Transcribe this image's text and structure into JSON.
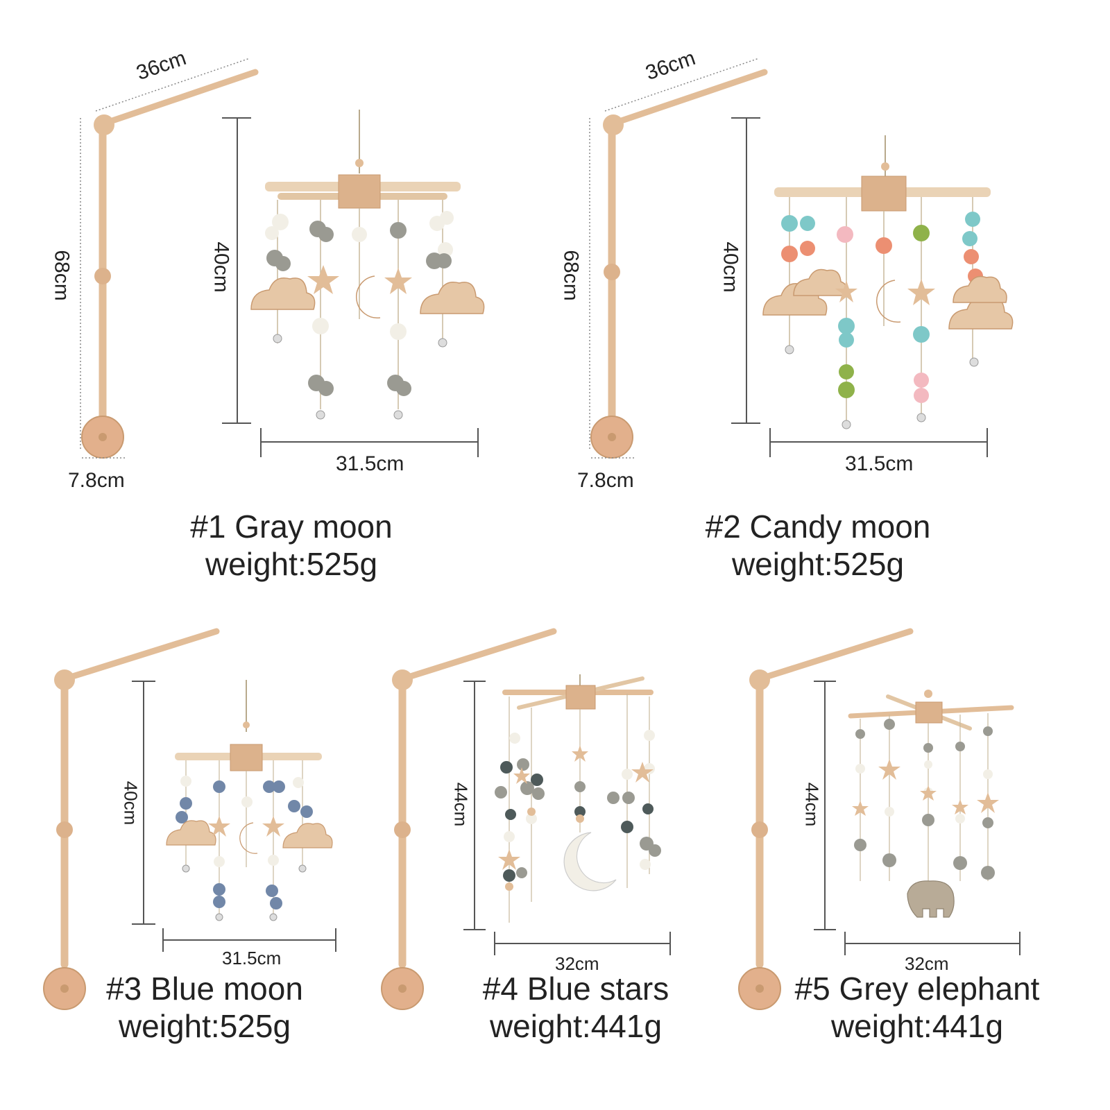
{
  "colors": {
    "wood": "#e2bd98",
    "wood_dark": "#c99a70",
    "measure": "#555555",
    "felt_gray": "#9a9a92",
    "felt_cream": "#f2efe6",
    "felt_teal": "#7ec8c8",
    "felt_coral": "#ec8f72",
    "felt_pink": "#f3b9c0",
    "felt_green": "#8fb24a",
    "felt_blue": "#7187a8",
    "felt_darkgray": "#4e5a5a"
  },
  "products": [
    {
      "title": "#1 Gray moon",
      "weight": "weight:525g",
      "arm_length": "36cm",
      "pole_height": "68cm",
      "base_width": "7.8cm",
      "mobile_height": "40cm",
      "mobile_width": "31.5cm"
    },
    {
      "title": "#2 Candy moon",
      "weight": "weight:525g",
      "arm_length": "36cm",
      "pole_height": "68cm",
      "base_width": "7.8cm",
      "mobile_height": "40cm",
      "mobile_width": "31.5cm"
    },
    {
      "title": "#3 Blue moon",
      "weight": "weight:525g",
      "mobile_height": "40cm",
      "mobile_width": "31.5cm"
    },
    {
      "title": "#4 Blue stars",
      "weight": "weight:441g",
      "mobile_height": "44cm",
      "mobile_width": "32cm"
    },
    {
      "title": "#5 Grey elephant",
      "weight": "weight:441g",
      "mobile_height": "44cm",
      "mobile_width": "32cm"
    }
  ]
}
